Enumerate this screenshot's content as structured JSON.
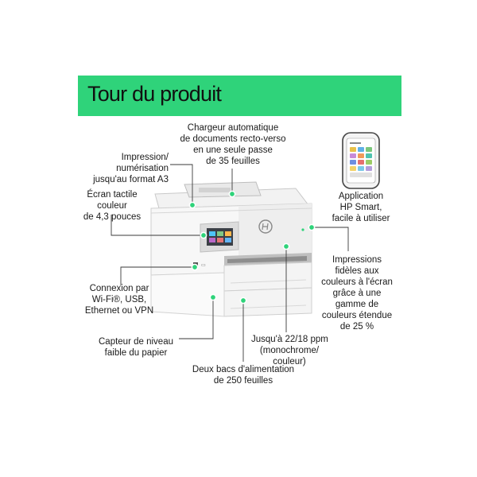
{
  "header": {
    "title": "Tour du produit"
  },
  "callouts": {
    "adf": [
      "Chargeur automatique",
      "de documents recto-verso",
      "en une seule passe",
      "de 35 feuilles"
    ],
    "a3": [
      "Impression/",
      "numérisation",
      "jusqu'au format A3"
    ],
    "touchscreen": [
      "Écran tactile",
      "couleur",
      "de 4,3 pouces"
    ],
    "connectivity": [
      "Connexion par",
      "Wi-Fi®, USB,",
      "Ethernet ou VPN"
    ],
    "paper_sensor": [
      "Capteur de niveau",
      "faible du papier"
    ],
    "trays": [
      "Deux bacs d'alimentation",
      "de 250 feuilles"
    ],
    "speed": [
      "Jusqu'à 22/18 ppm",
      "(monochrome/",
      "couleur)"
    ],
    "colors": [
      "Impressions",
      "fidèles aux",
      "couleurs à l'écran",
      "grâce à une",
      "gamme de",
      "couleurs étendue",
      "de 25 %"
    ],
    "app": [
      "Application",
      "HP Smart,",
      "facile à utiliser"
    ]
  },
  "colors": {
    "banner": "#2fd37a",
    "leader": "#3a3a3a",
    "dot": "#2fd37a"
  }
}
